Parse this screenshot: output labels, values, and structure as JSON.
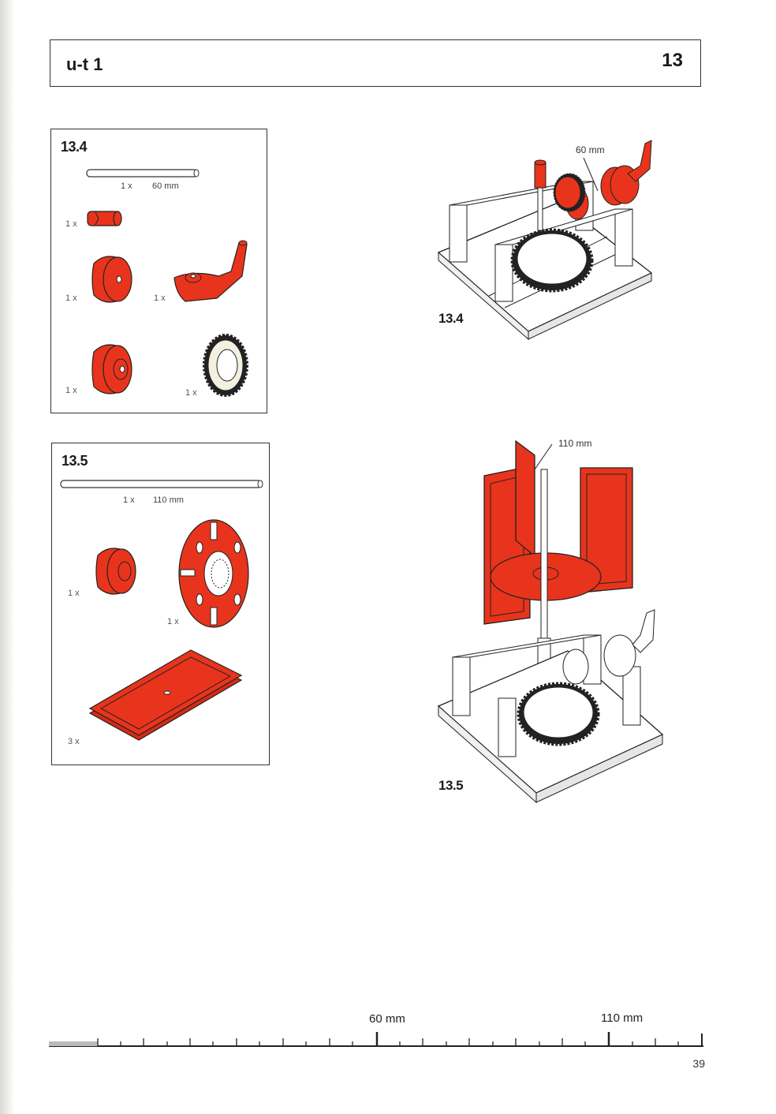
{
  "header": {
    "title": "u-t 1",
    "number": "13"
  },
  "step_13_4": {
    "label": "13.4",
    "axle_qty": "1 x",
    "axle_len": "60 mm",
    "qty_sleeve": "1 x",
    "qty_hub": "1 x",
    "qty_crank": "1 x",
    "qty_hub2": "1 x",
    "qty_gear": "1 x"
  },
  "step_13_5": {
    "label": "13.5",
    "axle_qty": "1 x",
    "axle_len": "110 mm",
    "qty_hub": "1 x",
    "qty_disc": "1 x",
    "qty_plate": "3 x"
  },
  "assembly_13_4": {
    "label": "13.4",
    "callout": "60 mm"
  },
  "assembly_13_5": {
    "label": "13.5",
    "callout": "110 mm"
  },
  "ruler": {
    "mark_60": "60 mm",
    "mark_110": "110 mm"
  },
  "page_number": "39",
  "colors": {
    "part_red": "#e8341c",
    "outline": "#222222"
  }
}
